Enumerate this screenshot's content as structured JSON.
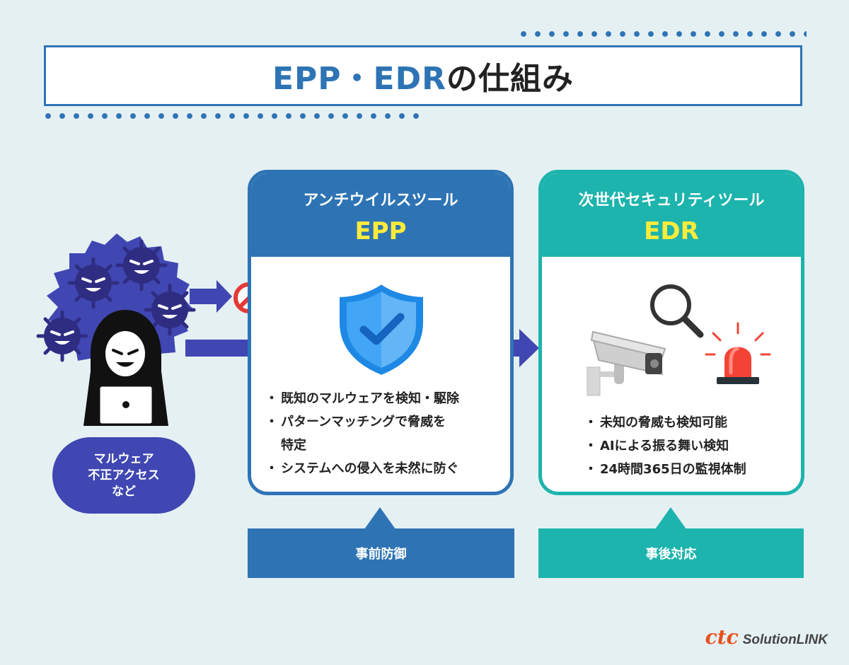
{
  "title": {
    "main": "EPP・EDR",
    "suffix": "の仕組み"
  },
  "epp": {
    "subtitle": "アンチウイルスツール",
    "name": "EPP",
    "features": [
      "既知のマルウェアを検知・駆除",
      "パターンマッチングで脅威を",
      "特定",
      "システムへの侵入を未然に防ぐ"
    ],
    "base_label": "事前防御"
  },
  "edr": {
    "subtitle": "次世代セキュリティツール",
    "name": "EDR",
    "features": [
      "未知の脅威も検知可能",
      "AIによる振る舞い検知",
      "24時間365日の監視体制"
    ],
    "base_label": "事後対応"
  },
  "malware": {
    "line1": "マルウェア",
    "line2": "不正アクセス",
    "line3": "など"
  },
  "logo": {
    "brand": "ctc",
    "product": "SolutionLINK"
  },
  "colors": {
    "epp_blue": "#2e74b5",
    "edr_teal": "#1cb4ad",
    "arrow_indigo": "#4047b2",
    "highlight_yellow": "#ffeb3b",
    "block_red": "#e53935"
  },
  "icons": [
    "virus-icon",
    "hacker-icon",
    "laptop-icon",
    "prohibited-icon",
    "shield-check-icon",
    "magnifier-icon",
    "security-camera-icon",
    "alarm-light-icon"
  ]
}
